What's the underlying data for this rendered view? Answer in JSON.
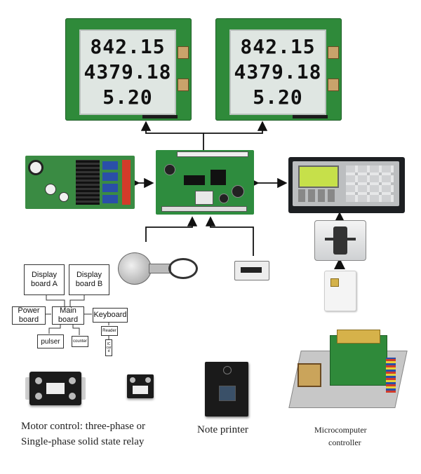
{
  "display": {
    "volume": "842.15",
    "amount": "4379.18",
    "price": "5.20"
  },
  "block_diagram": {
    "display_a": "Display\nboard  A",
    "display_b": "Display\nboard  B",
    "power": "Power\nboard",
    "main": "Main\nboard",
    "keyboard": "Keyboard",
    "pulser": "pulser",
    "counter": "counter",
    "reader": "Reader",
    "ic_card": "IC card"
  },
  "captions": {
    "motor_line1": "Motor control: three-phase or",
    "motor_line2": "Single-phase solid state relay",
    "printer": "Note printer",
    "micro_line1": "Microcomputer",
    "micro_line2": "controller"
  },
  "colors": {
    "pcb_green": "#2f8a3a",
    "lcd_bg": "#dfe6e2",
    "keypad_screen": "#c6e04a"
  }
}
